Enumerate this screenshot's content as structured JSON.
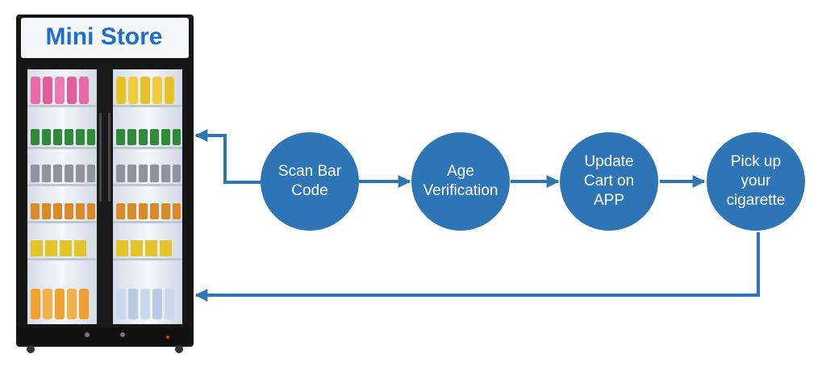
{
  "fridge": {
    "sign_text": "Mini Store"
  },
  "steps": [
    {
      "label": "Scan Bar Code"
    },
    {
      "label": "Age Verification"
    },
    {
      "label": "Update Cart on APP"
    },
    {
      "label": "Pick up your cigarette"
    }
  ],
  "colors": {
    "circle_fill": "#2e75b6",
    "arrow": "#2e75b6",
    "circle_text": "#ffffff",
    "sign_text": "#1f6fc4",
    "fridge_frame": "#161616"
  }
}
